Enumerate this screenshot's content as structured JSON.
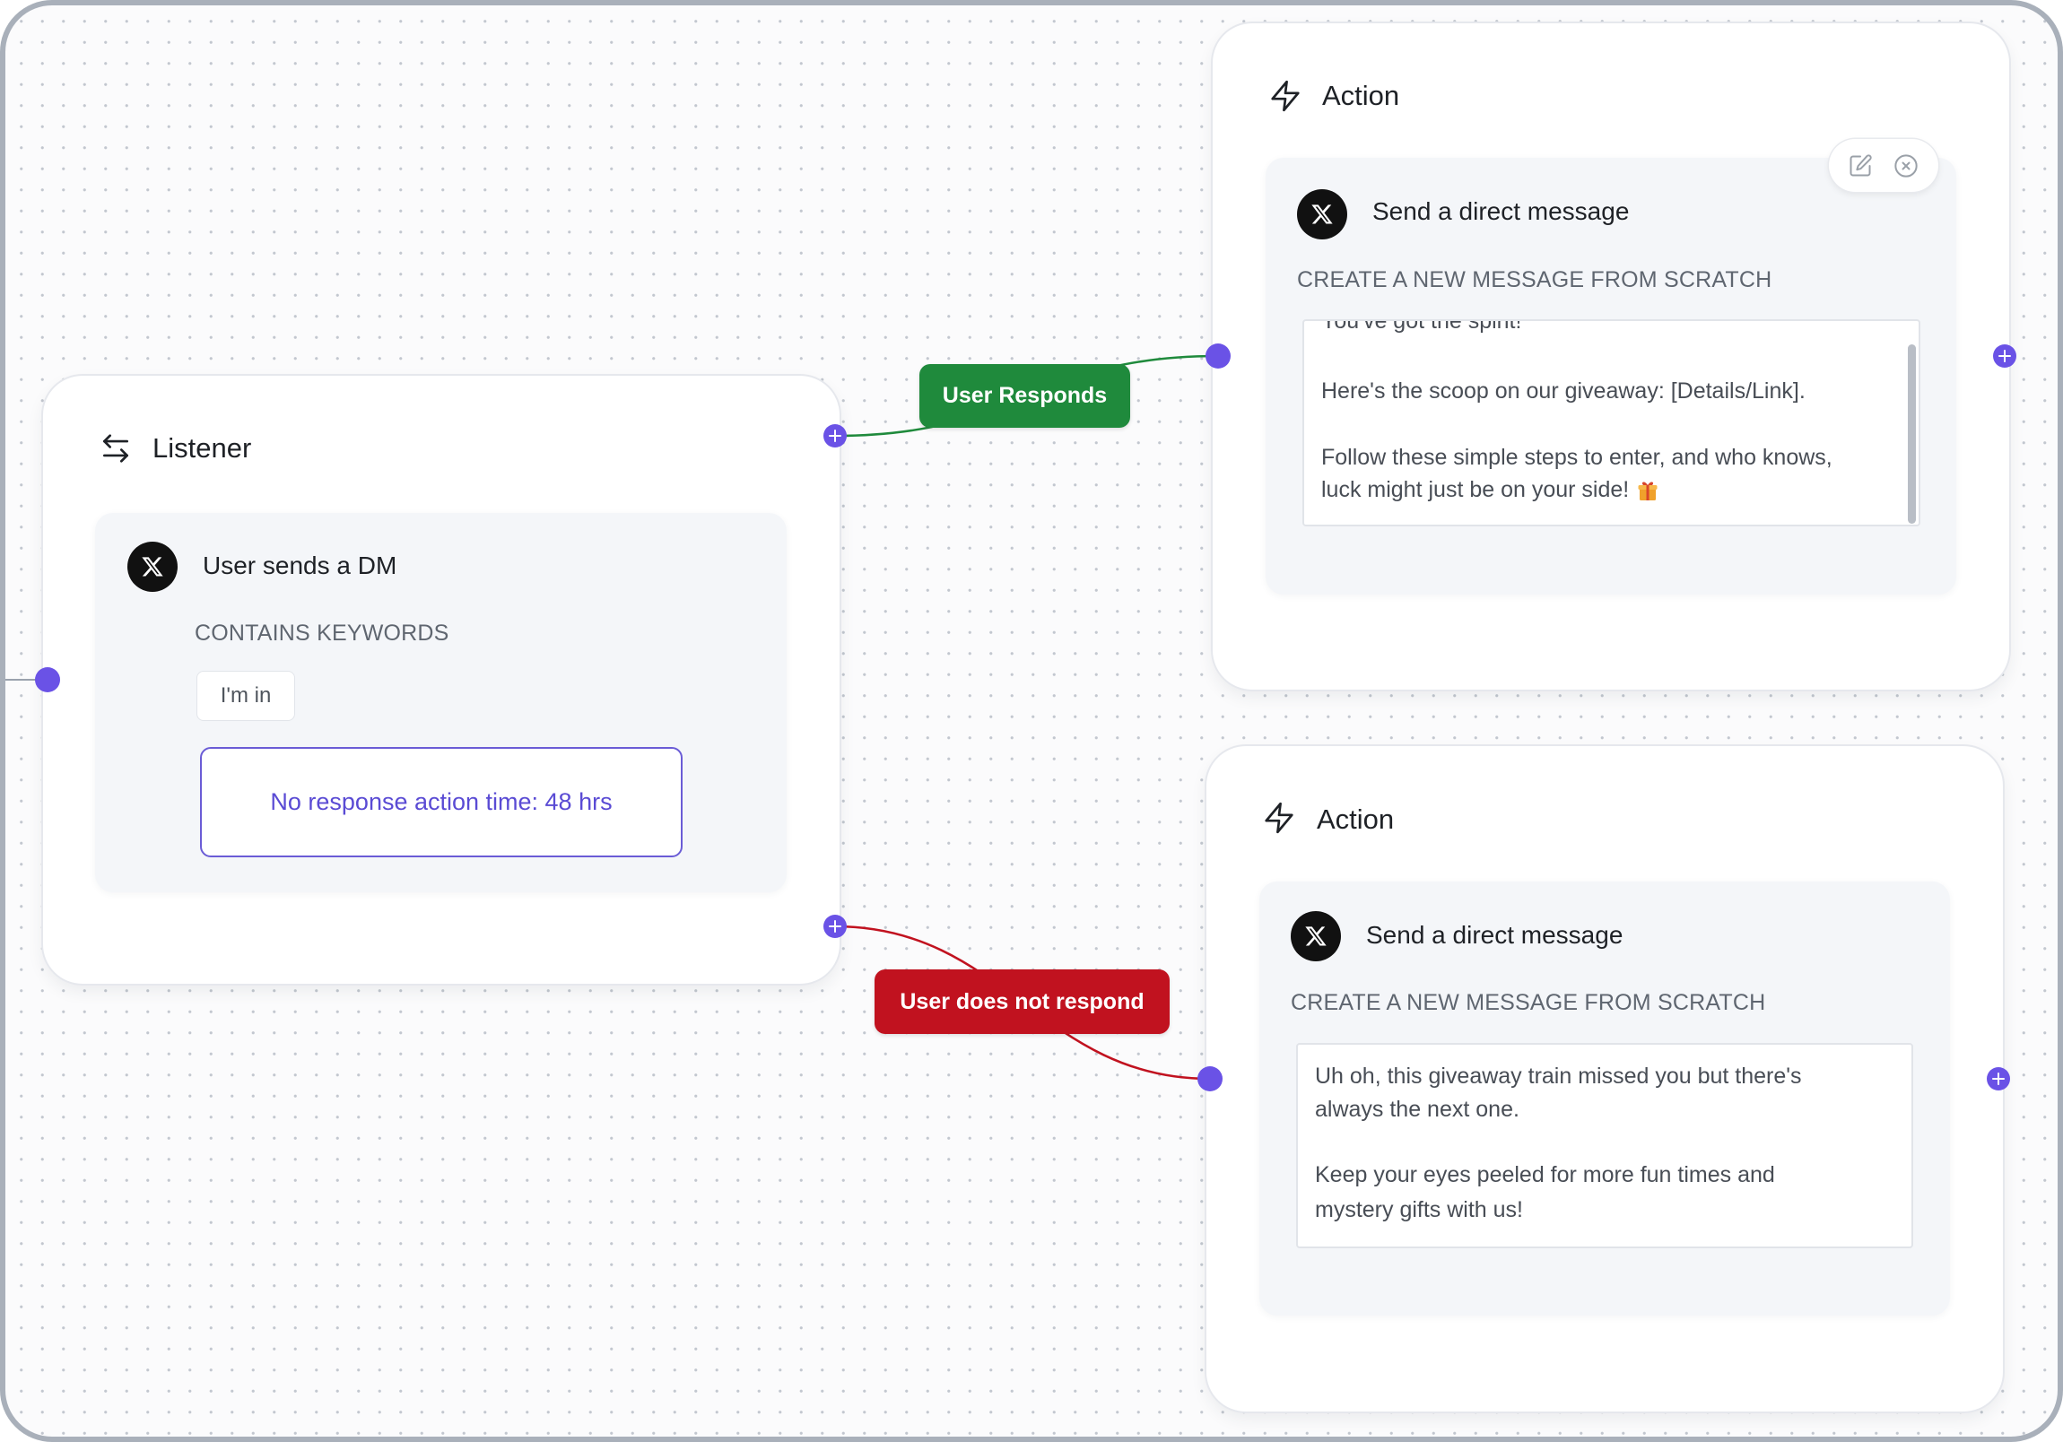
{
  "listener": {
    "header_label": "Listener",
    "header_icon": "arrows-left-right-icon",
    "trigger": {
      "platform_icon": "x-logo-icon",
      "title": "User sends a DM",
      "condition_label": "CONTAINS KEYWORDS",
      "keywords": [
        "I'm in"
      ],
      "no_response_label": "No response action time: 48 hrs"
    }
  },
  "branches": {
    "responds": {
      "label": "User Responds",
      "color": "#1f8a3c"
    },
    "no_response": {
      "label": "User does not respond",
      "color": "#c1121f"
    }
  },
  "actions": [
    {
      "header_label": "Action",
      "header_icon": "lightning-icon",
      "toolbar_icons": [
        "edit-icon",
        "close-circle-icon"
      ],
      "step": {
        "platform_icon": "x-logo-icon",
        "title": "Send a direct message",
        "mode_label": "CREATE A NEW MESSAGE FROM SCRATCH",
        "message_lines": [
          "You've got the spirit!",
          "Here's the scoop on our giveaway: [Details/Link].",
          "Follow these simple steps to enter, and who knows,",
          "luck might just be on your side!"
        ],
        "trailing_emoji_icon": "gift-icon"
      }
    },
    {
      "header_label": "Action",
      "header_icon": "lightning-icon",
      "step": {
        "platform_icon": "x-logo-icon",
        "title": "Send a direct message",
        "mode_label": "CREATE A NEW MESSAGE FROM SCRATCH",
        "message_lines": [
          "Uh oh, this giveaway train missed you but there's",
          "always the next one.",
          "Keep your eyes peeled for more fun times and",
          "mystery gifts with us!"
        ]
      }
    }
  ],
  "colors": {
    "accent": "#6a52e6",
    "responds": "#1f8a3c",
    "no_response": "#c1121f",
    "timer_border": "#6a5cd6"
  }
}
